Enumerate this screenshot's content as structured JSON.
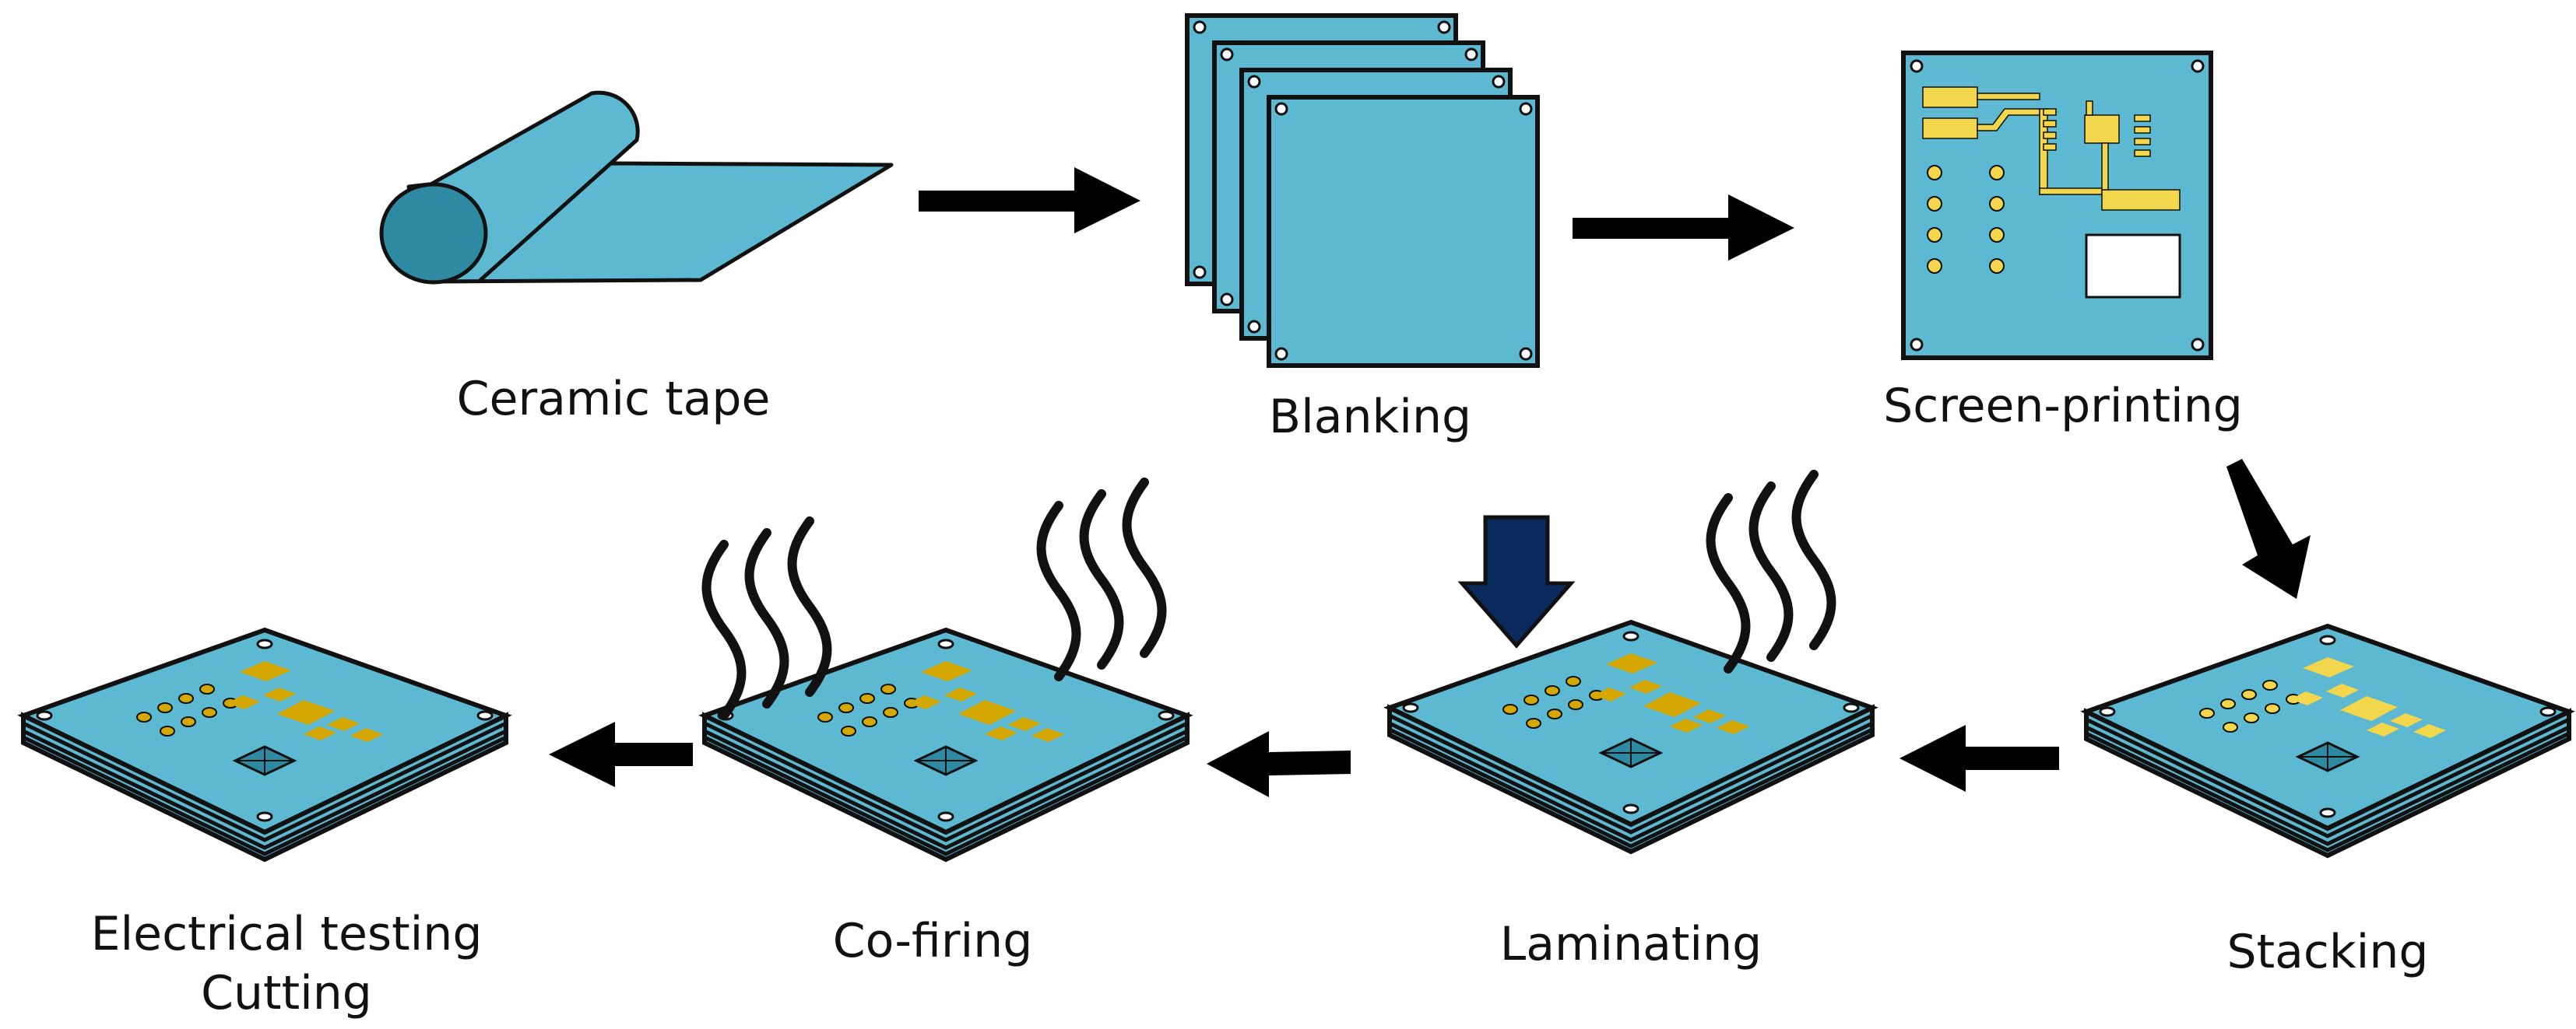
{
  "colors": {
    "ceramic": "#5DB8D1",
    "ceramic_dark": "#2E8AA2",
    "conductor_gold": "#D4A800",
    "conductor_yellow": "#F2D64B",
    "press_navy": "#0A2A5E",
    "outline": "#111111"
  },
  "steps": {
    "ceramic_tape": "Ceramic tape",
    "blanking": "Blanking",
    "screen_printing": "Screen-printing",
    "stacking": "Stacking",
    "laminating": "Laminating",
    "co_firing": "Co-firing",
    "electrical_testing": "Electrical testing",
    "cutting": "Cutting"
  },
  "icons": [
    "arrow-icon",
    "press-arrow-icon",
    "heat-waves-icon"
  ]
}
